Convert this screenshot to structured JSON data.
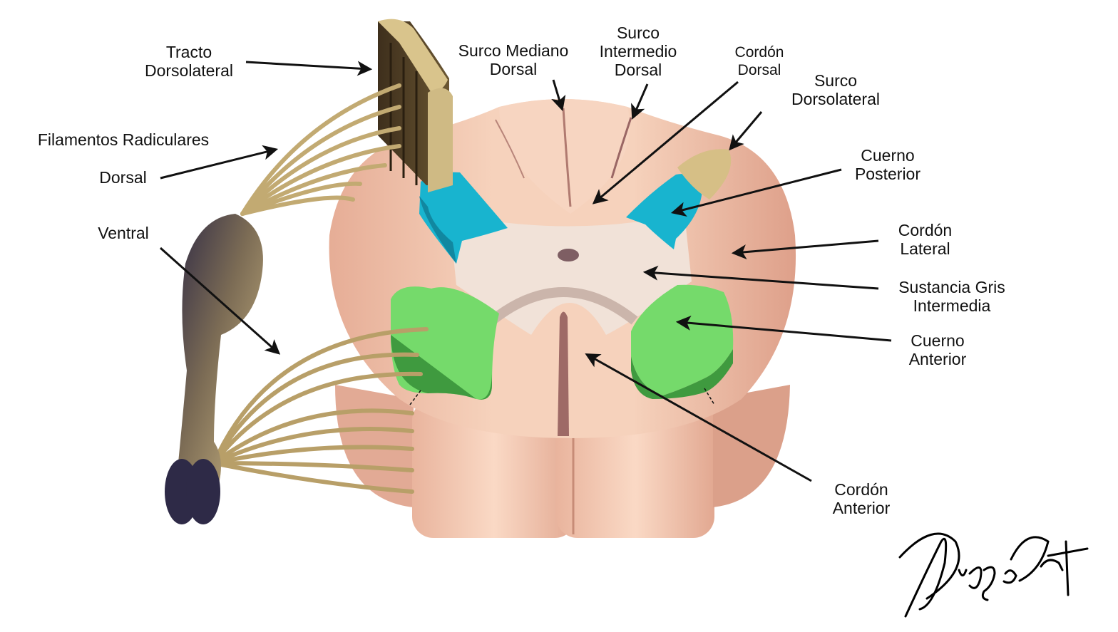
{
  "labels": {
    "tracto_dorsolateral": [
      "Tracto",
      "Dorsolateral"
    ],
    "filamentos_radiculares": "Filamentos Radiculares",
    "dorsal": "Dorsal",
    "ventral": "Ventral",
    "surco_mediano_dorsal": [
      "Surco Mediano",
      "Dorsal"
    ],
    "surco_intermedio_dorsal": [
      "Surco",
      "Intermedio",
      "Dorsal"
    ],
    "cordon_dorsal": [
      "Cordón",
      "Dorsal"
    ],
    "surco_dorsolateral": [
      "Surco",
      "Dorsolateral"
    ],
    "cuerno_posterior": [
      "Cuerno",
      "Posterior"
    ],
    "cordon_lateral": [
      "Cordón",
      "Lateral"
    ],
    "sustancia_gris_intermedia": [
      "Sustancia Gris",
      "Intermedia"
    ],
    "cuerno_anterior": [
      "Cuerno",
      "Anterior"
    ],
    "cordon_anterior": [
      "Cordón",
      "Anterior"
    ]
  },
  "signature": "Diego Díaz",
  "colors": {
    "white_matter": "#f2c4a8",
    "white_matter_shadow": "#d8a08a",
    "gray_matter": "#f1e2d8",
    "posterior_horn": "#18b4cf",
    "anterior_horn": "#6fd86a",
    "anterior_horn_dark": "#3f9a3f",
    "nerve_root": "#c9b27a",
    "ganglion_dark": "#3a3352",
    "arrow": "#111111"
  }
}
